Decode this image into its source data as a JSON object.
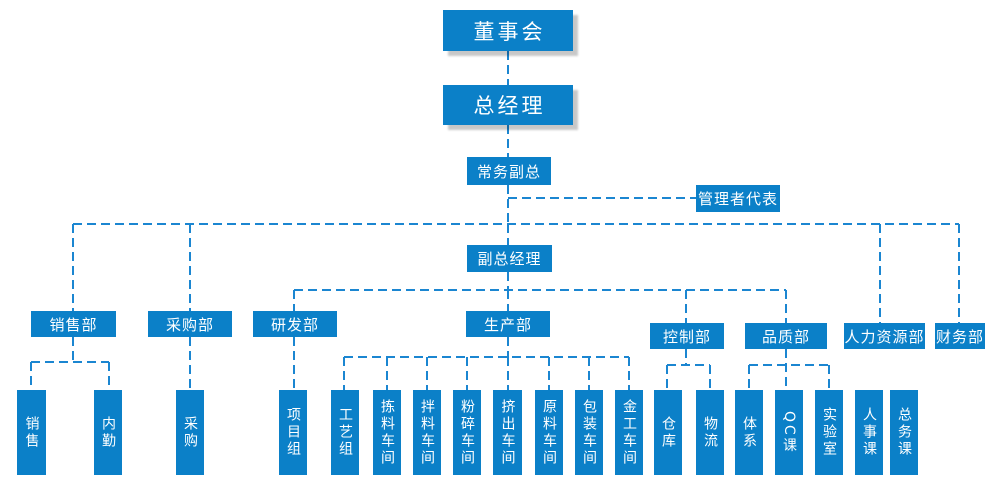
{
  "page": {
    "background": "#ffffff"
  },
  "org_chart": {
    "colors": {
      "box_fill": "#0b80c8",
      "connector": "#1b86d1",
      "text": "#ffffff"
    },
    "nodes": [
      {
        "id": "board",
        "label": "董事会",
        "parent": null,
        "orientation": "horizontal"
      },
      {
        "id": "gm",
        "label": "总经理",
        "parent": "board",
        "orientation": "horizontal"
      },
      {
        "id": "evp",
        "label": "常务副总",
        "parent": "gm",
        "orientation": "horizontal"
      },
      {
        "id": "rep",
        "label": "管理者代表",
        "parent": "evp",
        "orientation": "horizontal"
      },
      {
        "id": "dgm",
        "label": "副总经理",
        "parent": "evp",
        "orientation": "horizontal"
      },
      {
        "id": "sales",
        "label": "销售部",
        "parent": "evp",
        "orientation": "horizontal"
      },
      {
        "id": "purch",
        "label": "采购部",
        "parent": "evp",
        "orientation": "horizontal"
      },
      {
        "id": "rd",
        "label": "研发部",
        "parent": "dgm",
        "orientation": "horizontal"
      },
      {
        "id": "prod",
        "label": "生产部",
        "parent": "dgm",
        "orientation": "horizontal"
      },
      {
        "id": "ctrl",
        "label": "控制部",
        "parent": "dgm",
        "orientation": "horizontal"
      },
      {
        "id": "qual",
        "label": "品质部",
        "parent": "dgm",
        "orientation": "horizontal"
      },
      {
        "id": "hr",
        "label": "人力资源部",
        "parent": "evp",
        "orientation": "horizontal"
      },
      {
        "id": "fin",
        "label": "财务部",
        "parent": "evp",
        "orientation": "horizontal"
      },
      {
        "id": "v_sales",
        "label": "销售",
        "parent": "sales",
        "orientation": "vertical"
      },
      {
        "id": "v_office",
        "label": "内勤",
        "parent": "sales",
        "orientation": "vertical"
      },
      {
        "id": "v_purch",
        "label": "采购",
        "parent": "purch",
        "orientation": "vertical"
      },
      {
        "id": "v_proj",
        "label": "项目组",
        "parent": "rd",
        "orientation": "vertical"
      },
      {
        "id": "v_craft",
        "label": "工艺组",
        "parent": "prod",
        "orientation": "vertical"
      },
      {
        "id": "v_pick",
        "label": "拣料车间",
        "parent": "prod",
        "orientation": "vertical"
      },
      {
        "id": "v_mix",
        "label": "拌料车间",
        "parent": "prod",
        "orientation": "vertical"
      },
      {
        "id": "v_crush",
        "label": "粉碎车间",
        "parent": "prod",
        "orientation": "vertical"
      },
      {
        "id": "v_extr",
        "label": "挤出车间",
        "parent": "prod",
        "orientation": "vertical"
      },
      {
        "id": "v_raw",
        "label": "原料车间",
        "parent": "prod",
        "orientation": "vertical"
      },
      {
        "id": "v_pack",
        "label": "包装车间",
        "parent": "prod",
        "orientation": "vertical"
      },
      {
        "id": "v_metal",
        "label": "金工车间",
        "parent": "prod",
        "orientation": "vertical"
      },
      {
        "id": "v_wh",
        "label": "仓库",
        "parent": "ctrl",
        "orientation": "vertical"
      },
      {
        "id": "v_log",
        "label": "物流",
        "parent": "ctrl",
        "orientation": "vertical"
      },
      {
        "id": "v_sys",
        "label": "体系",
        "parent": "qual",
        "orientation": "vertical"
      },
      {
        "id": "v_qc",
        "label": "QC课",
        "parent": "qual",
        "orientation": "vertical"
      },
      {
        "id": "v_lab",
        "label": "实验室",
        "parent": "qual",
        "orientation": "vertical"
      },
      {
        "id": "v_hr1",
        "label": "人事课",
        "parent": "hr",
        "orientation": "vertical"
      },
      {
        "id": "v_ga",
        "label": "总务课",
        "parent": "hr",
        "orientation": "vertical"
      }
    ]
  }
}
